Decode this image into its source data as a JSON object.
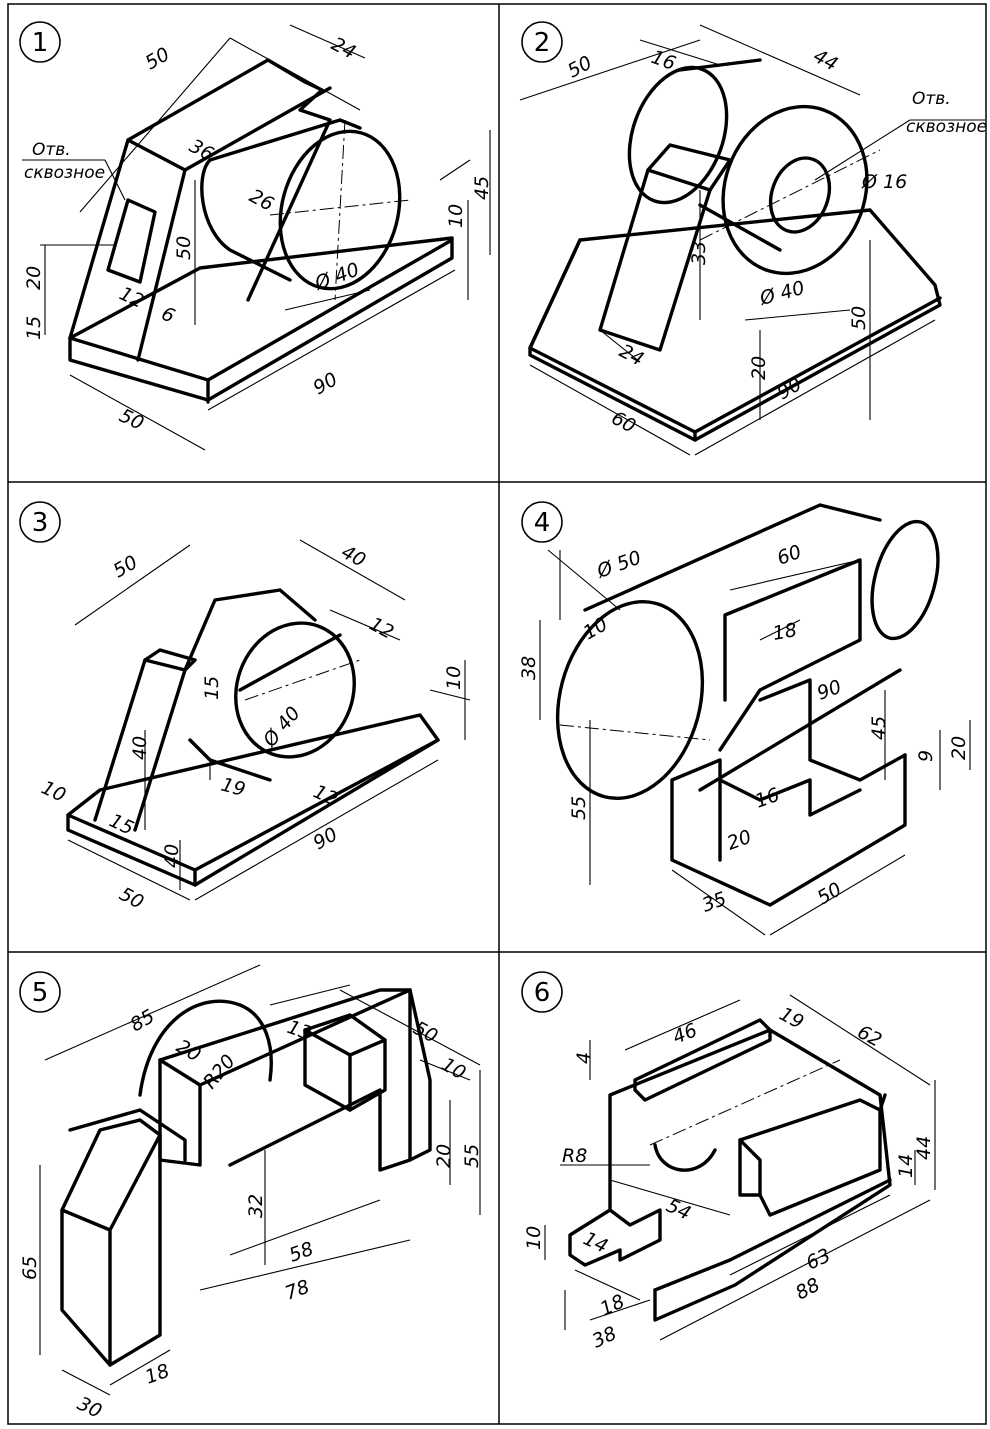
{
  "panels": [
    {
      "number": "1",
      "note": [
        "Отв.",
        "сквозное"
      ],
      "dims": [
        "50",
        "24",
        "36",
        "26",
        "50",
        "Ø 40",
        "10",
        "45",
        "20",
        "15",
        "12",
        "6",
        "50",
        "90"
      ]
    },
    {
      "number": "2",
      "note": [
        "Отв.",
        "сквозное"
      ],
      "dims": [
        "50",
        "16",
        "44",
        "Ø 16",
        "33",
        "Ø 40",
        "24",
        "20",
        "50",
        "60",
        "90"
      ]
    },
    {
      "number": "3",
      "dims": [
        "50",
        "40",
        "12",
        "15",
        "Ø 40",
        "10",
        "40",
        "10",
        "15",
        "19",
        "12",
        "40",
        "90",
        "50"
      ]
    },
    {
      "number": "4",
      "dims": [
        "Ø 50",
        "60",
        "10",
        "38",
        "18",
        "90",
        "45",
        "9",
        "20",
        "55",
        "16",
        "20",
        "35",
        "50"
      ]
    },
    {
      "number": "5",
      "dims": [
        "85",
        "13",
        "50",
        "20",
        "R20",
        "10",
        "20",
        "55",
        "65",
        "32",
        "58",
        "78",
        "18",
        "30"
      ]
    },
    {
      "number": "6",
      "dims": [
        "46",
        "19",
        "62",
        "4",
        "R8",
        "54",
        "44",
        "14",
        "10",
        "14",
        "63",
        "18",
        "88",
        "38"
      ]
    }
  ]
}
